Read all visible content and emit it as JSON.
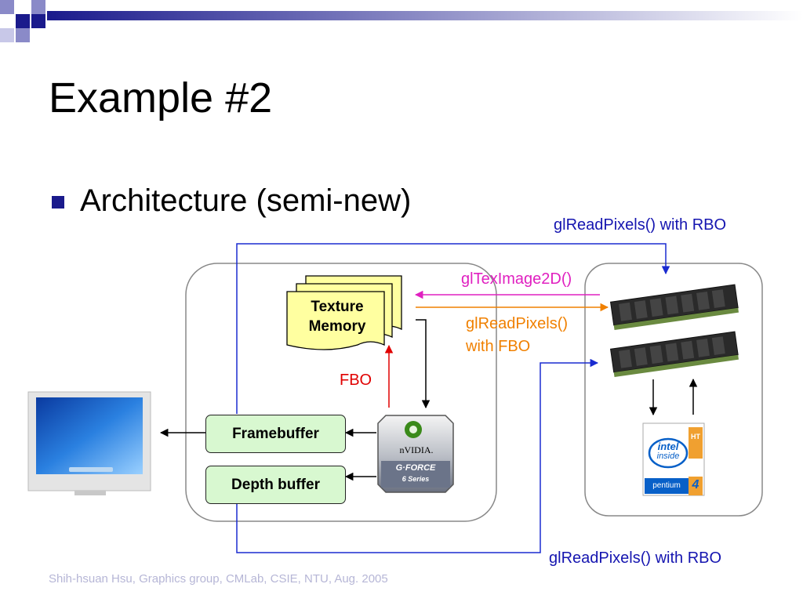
{
  "slide": {
    "title": "Example #2",
    "bullet": "Architecture (semi-new)",
    "footer": "Shih-hsuan Hsu, Graphics group, CMLab, CSIE, NTU, Aug. 2005"
  },
  "diagram": {
    "texture_memory_line1": "Texture",
    "texture_memory_line2": "Memory",
    "framebuffer": "Framebuffer",
    "depth_buffer": "Depth buffer",
    "fbo_label": "FBO",
    "glteximage_label": "glTexImage2D()",
    "glreadpixels_fbo_line1": "glReadPixels()",
    "glreadpixels_fbo_line2": "with FBO",
    "glreadpixels_rbo_top": "glReadPixels() with RBO",
    "glreadpixels_rbo_bottom": "glReadPixels() with RBO",
    "nvidia_brand": "nVIDIA.",
    "geforce_text": "G·FORCE",
    "geforce_series": "6 Series",
    "intel_brand": "intel",
    "intel_inside": "inside",
    "pentium_text": "pentium",
    "pentium_number": "4",
    "ht_text": "HT"
  },
  "colors": {
    "blue_line": "#1a2bd0",
    "magenta_arrow": "#e020c0",
    "orange_arrow": "#f08000",
    "red_arrow": "#e00000",
    "box_green": "#d8f8d0",
    "texture_yellow": "#ffffa0"
  }
}
